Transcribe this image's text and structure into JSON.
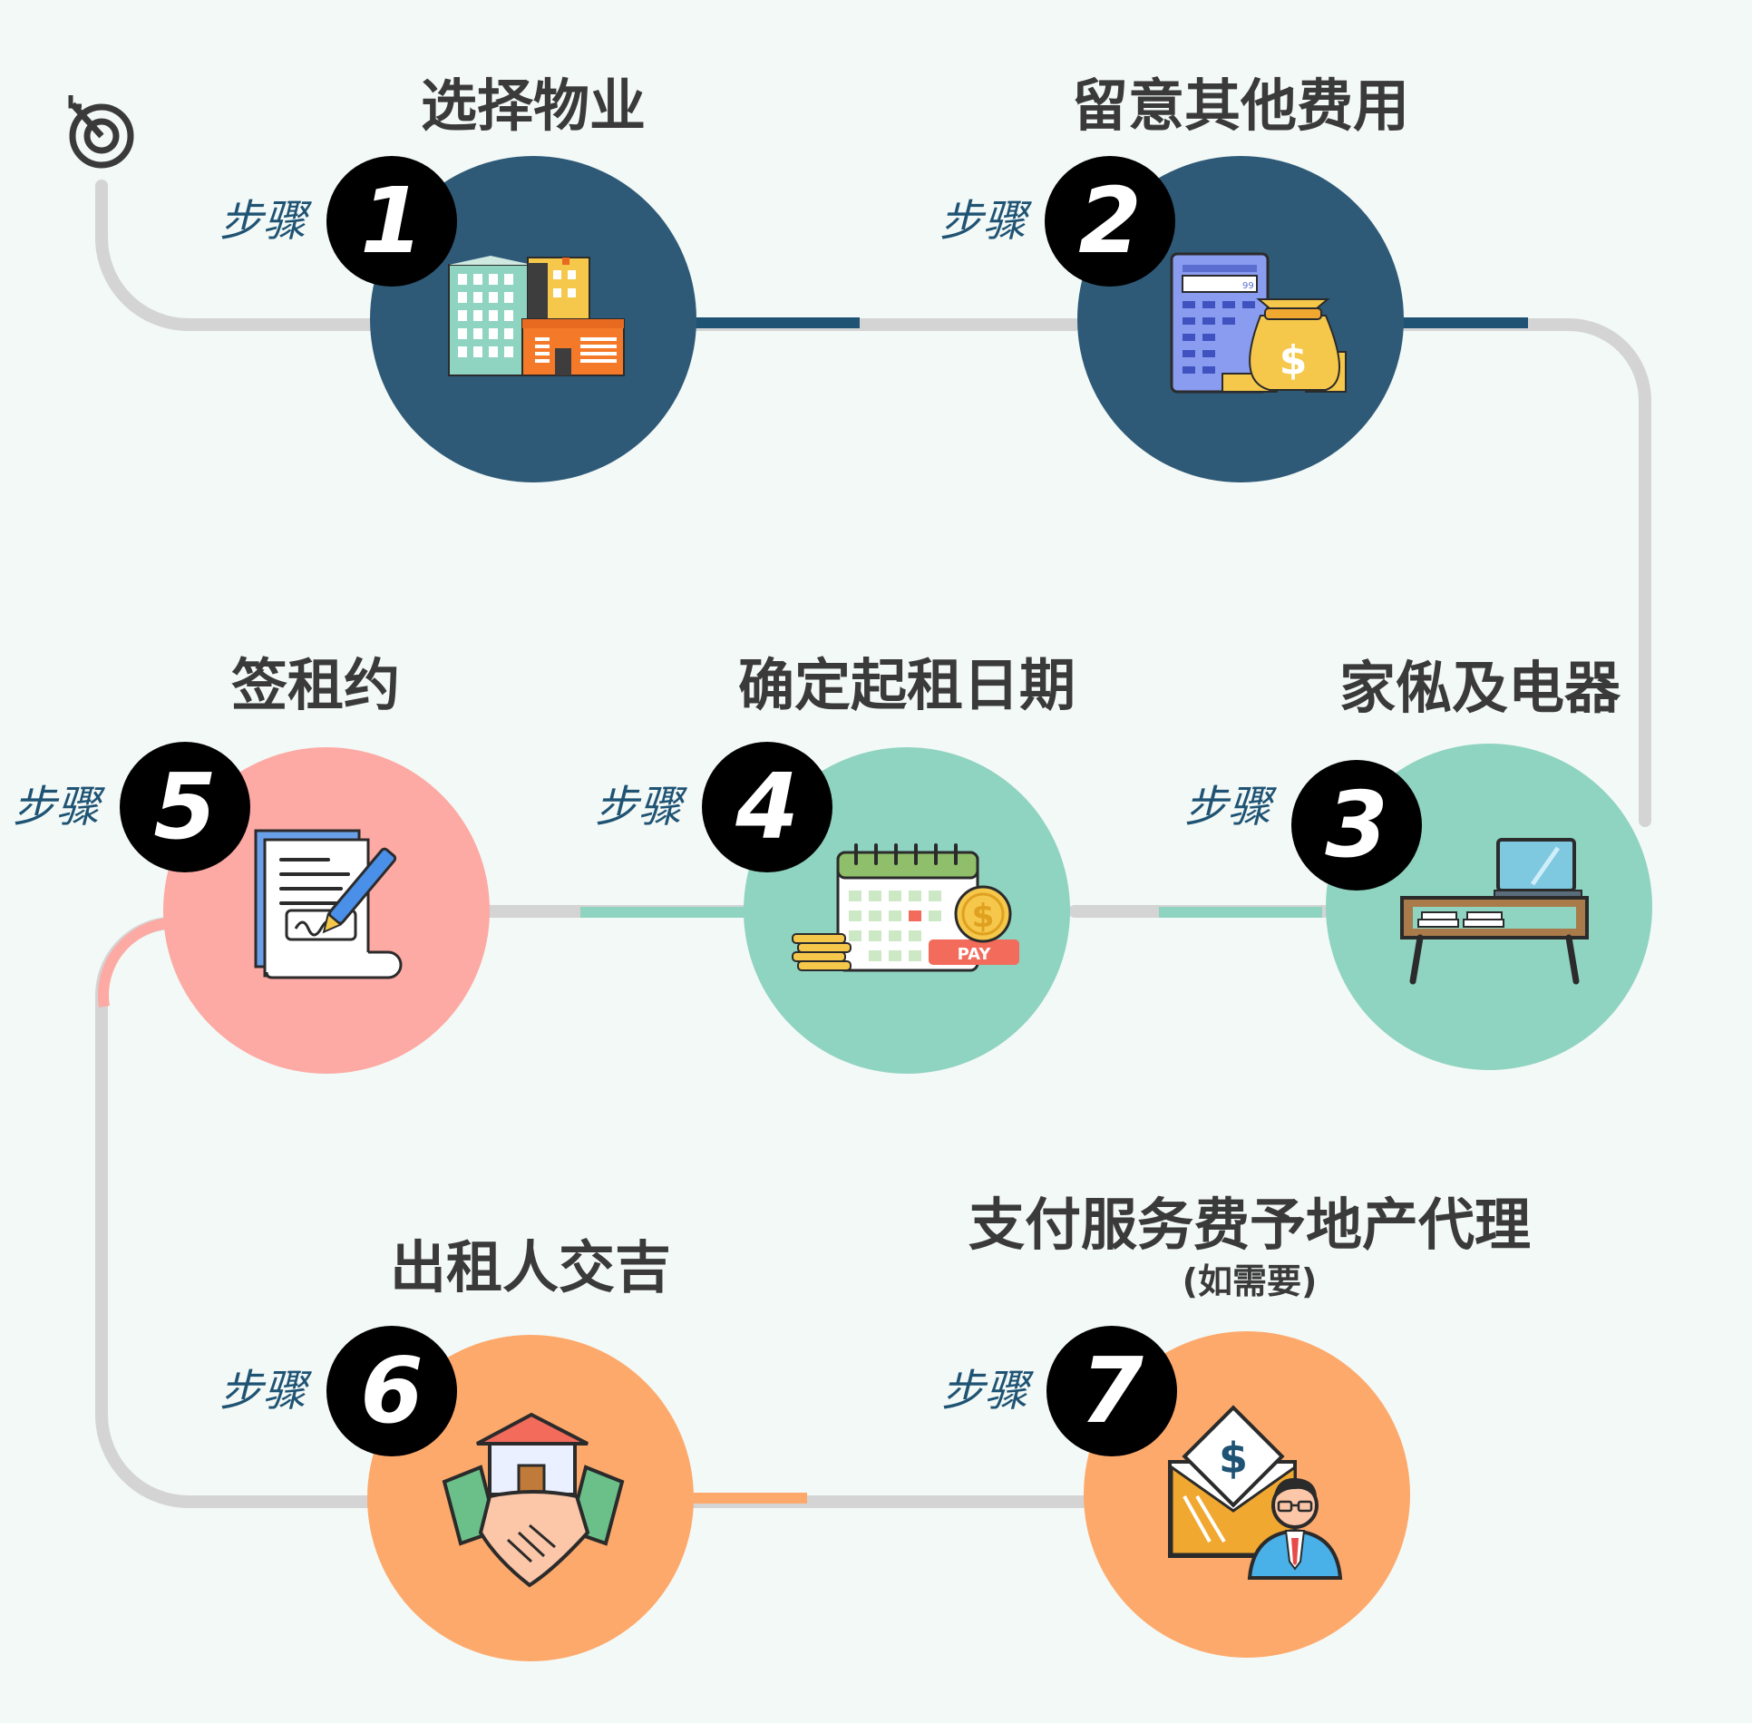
{
  "colors": {
    "background": "#f3f9f6",
    "track": "#d4d4d4",
    "navy": "#2e5a78",
    "mint": "#8fd3c1",
    "pink": "#fda9a4",
    "orange": "#fda96c",
    "step_text": "#1f5374",
    "title_text": "#3a3a3a"
  },
  "start_icon": "target-icon",
  "steps": [
    {
      "label": "步骤",
      "number": "1",
      "title": "选择物业",
      "icon": "buildings-icon",
      "color": "navy"
    },
    {
      "label": "步骤",
      "number": "2",
      "title": "留意其他费用",
      "icon": "calculator-money-bag-icon",
      "color": "navy"
    },
    {
      "label": "步骤",
      "number": "3",
      "title": "家俬及电器",
      "icon": "furniture-tv-icon",
      "color": "mint"
    },
    {
      "label": "步骤",
      "number": "4",
      "title": "确定起租日期",
      "icon": "calendar-pay-icon",
      "color": "mint"
    },
    {
      "label": "步骤",
      "number": "5",
      "title": "签租约",
      "icon": "contract-pen-icon",
      "color": "pink"
    },
    {
      "label": "步骤",
      "number": "6",
      "title": "出租人交吉",
      "icon": "house-handshake-icon",
      "color": "orange"
    },
    {
      "label": "步骤",
      "number": "7",
      "title": "支付服务费予地产代理",
      "subtitle": "(如需要)",
      "icon": "agent-envelope-icon",
      "color": "orange"
    }
  ]
}
